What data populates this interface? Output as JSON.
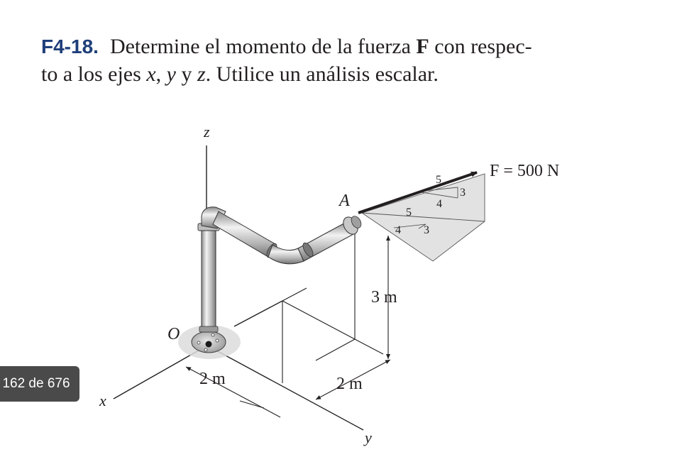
{
  "problem": {
    "number": "F4-18.",
    "text_part1": "Determine el momento de la fuerza ",
    "force_symbol": "F",
    "text_part2": " con respec-",
    "text_line2_a": "to a los ejes ",
    "axis_x": "x",
    "comma": ", ",
    "axis_y": "y",
    "conj": " y ",
    "axis_z": "z",
    "text_line2_b": ". Utilice un análisis escalar."
  },
  "figure": {
    "axis_labels": {
      "x": "x",
      "y": "y",
      "z": "z"
    },
    "origin_label": "O",
    "point_label": "A",
    "force_label": "F = 500 N",
    "dimensions": {
      "x_dist": "2 m",
      "y_dist": "2 m",
      "z_dist": "3 m"
    },
    "slope_upper": {
      "hyp": "5",
      "leg_a": "4",
      "leg_b": "3"
    },
    "slope_lower": {
      "hyp": "5",
      "leg_a": "4",
      "leg_b": "3"
    }
  },
  "viewer": {
    "page_indicator": "162 de 676"
  }
}
